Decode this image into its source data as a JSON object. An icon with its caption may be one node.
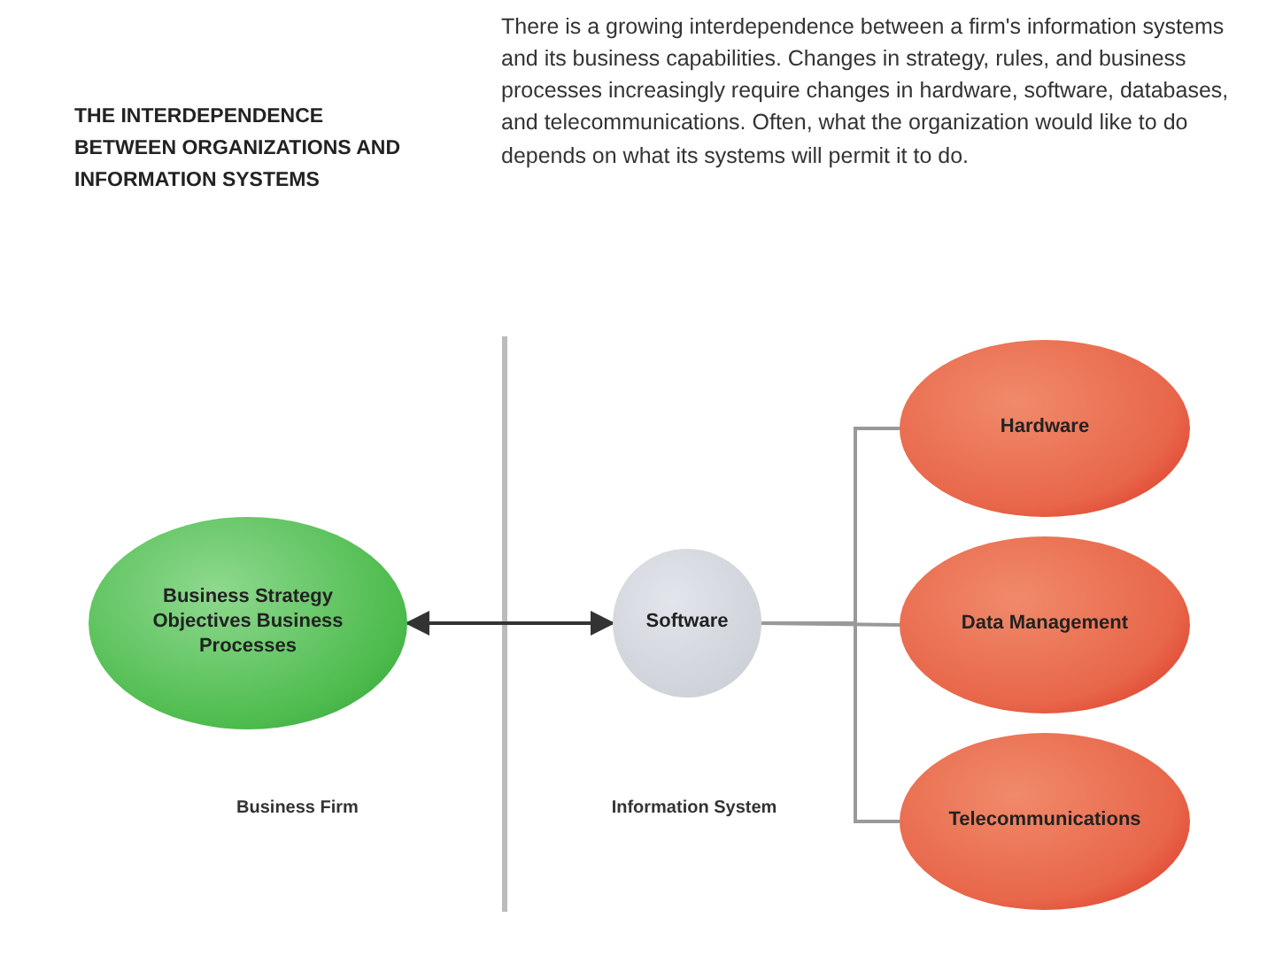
{
  "diagram": {
    "title": "THE INTERDEPENDENCE BETWEEN ORGANIZATIONS AND INFORMATION SYSTEMS",
    "nodes": [
      {
        "text": [
          "Business Strategy Objectives Business Processes"
        ]
      },
      {
        "text": [
          "Software"
        ]
      },
      {
        "text": [
          "Hardware"
        ]
      },
      {
        "text": [
          "Data Management"
        ]
      },
      {
        "text": [
          "Telecommunications"
        ]
      }
    ],
    "edges": [
      {
        "from": 0,
        "to": 1,
        "arrow": "both",
        "color": "#333333"
      },
      {
        "from": 1,
        "to": 2,
        "arrow": "none"
      },
      {
        "from": 1,
        "to": 3,
        "arrow": "none"
      },
      {
        "from": 1,
        "to": 4,
        "arrow": "none"
      }
    ],
    "labels": [
      "There is a growing interdependence between a firm's information systems and its business capabilities. Changes in strategy, rules, and business processes increasingly require changes in hardware, software, databases, and telecommunications. Often, what the organization would like to do depends on what its systems will permit it to do.",
      "Business Firm",
      "Information System"
    ]
  }
}
